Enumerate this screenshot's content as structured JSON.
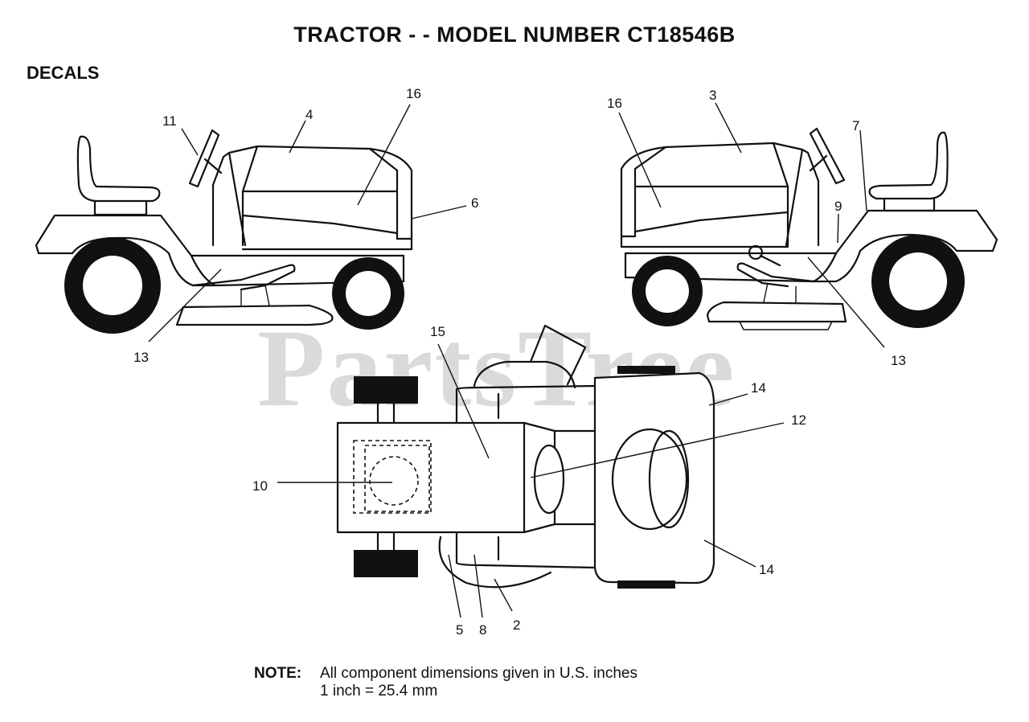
{
  "header": {
    "title": "TRACTOR - - MODEL NUMBER CT18546B",
    "section": "DECALS"
  },
  "watermark": "PartsTree",
  "callouts": {
    "c11": "11",
    "c4": "4",
    "c16a": "16",
    "c6": "6",
    "c13a": "13",
    "c16b": "16",
    "c3": "3",
    "c7": "7",
    "c9": "9",
    "c13b": "13",
    "c15": "15",
    "c14a": "14",
    "c12": "12",
    "c10": "10",
    "c14b": "14",
    "c5": "5",
    "c8": "8",
    "c2": "2"
  },
  "note": {
    "label": "NOTE:",
    "line1": "All component dimensions given in U.S. inches",
    "line2": "1 inch = 25.4 mm"
  }
}
